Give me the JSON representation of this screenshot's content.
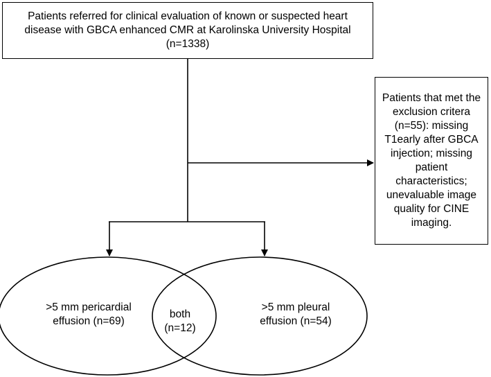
{
  "top_box": {
    "lines": [
      "Patients referred for clinical evaluation of known or suspected heart",
      "disease with GBCA enhanced CMR at Karolinska University Hospital",
      "(n=1338)"
    ]
  },
  "exclusion_box": {
    "lines": [
      "Patients that met the",
      "exclusion critera",
      "(n=55): missing",
      "T1early after GBCA",
      "injection; missing",
      "patient",
      "characteristics;",
      "unevaluable image",
      "quality for CINE",
      "imaging."
    ]
  },
  "venn": {
    "left": {
      "lines": [
        ">5 mm pericardial",
        "effusion (n=69)"
      ]
    },
    "overlap": {
      "text": "both (n=12)"
    },
    "right": {
      "lines": [
        ">5 mm pleural",
        "effusion (n=54)"
      ]
    }
  }
}
